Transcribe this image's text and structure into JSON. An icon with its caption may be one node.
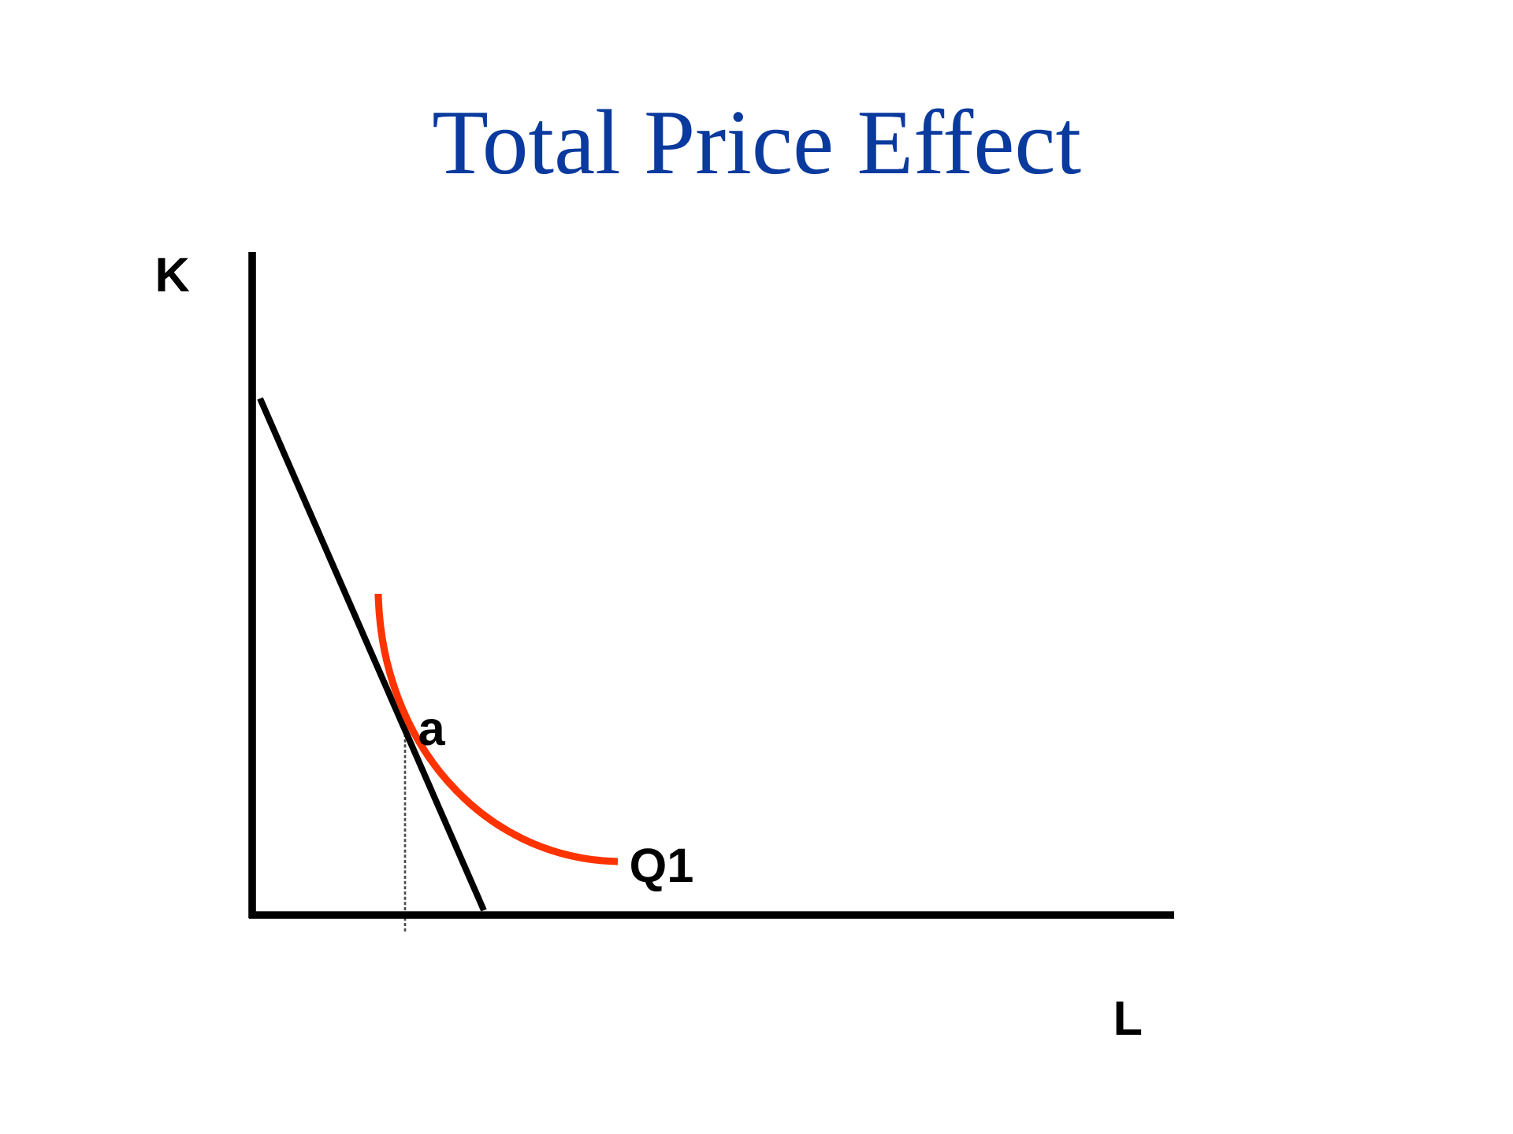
{
  "diagram": {
    "title": "Total Price Effect",
    "labels": [
      "K",
      "a",
      "Q1",
      "L"
    ]
  }
}
